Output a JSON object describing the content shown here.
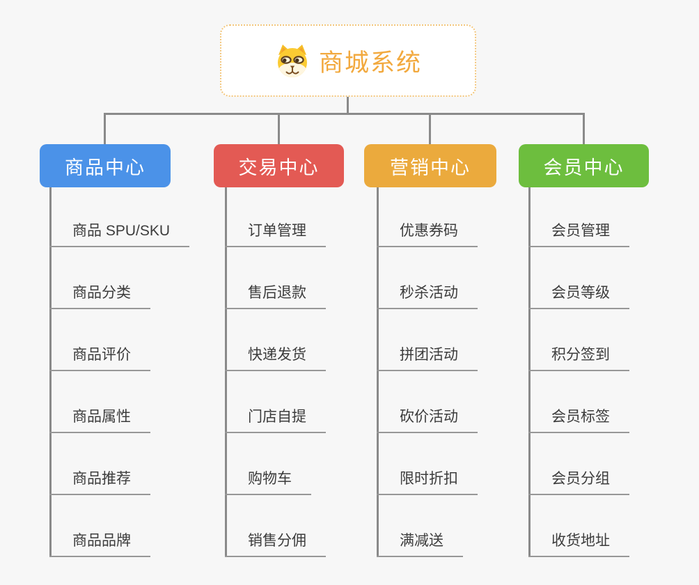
{
  "root": {
    "title": "商城系统",
    "icon": "shiba-dog-icon"
  },
  "branches": [
    {
      "label": "商品中心",
      "color": "#4B92E8",
      "children": [
        "商品 SPU/SKU",
        "商品分类",
        "商品评价",
        "商品属性",
        "商品推荐",
        "商品品牌"
      ]
    },
    {
      "label": "交易中心",
      "color": "#E35A54",
      "children": [
        "订单管理",
        "售后退款",
        "快递发货",
        "门店自提",
        "购物车",
        "销售分佣"
      ]
    },
    {
      "label": "营销中心",
      "color": "#EBAA3D",
      "children": [
        "优惠券码",
        "秒杀活动",
        "拼团活动",
        "砍价活动",
        "限时折扣",
        "满减送"
      ]
    },
    {
      "label": "会员中心",
      "color": "#6DBE3E",
      "children": [
        "会员管理",
        "会员等级",
        "积分签到",
        "会员标签",
        "会员分组",
        "收货地址"
      ]
    }
  ],
  "colors": {
    "background": "#F7F7F7",
    "connector": "#8A8A8A",
    "underline": "#979797",
    "leaf_text": "#3C3C3C",
    "root_accent": "#F2A93E",
    "root_border": "#F3C67C",
    "node_text": "#FFFFFF"
  }
}
